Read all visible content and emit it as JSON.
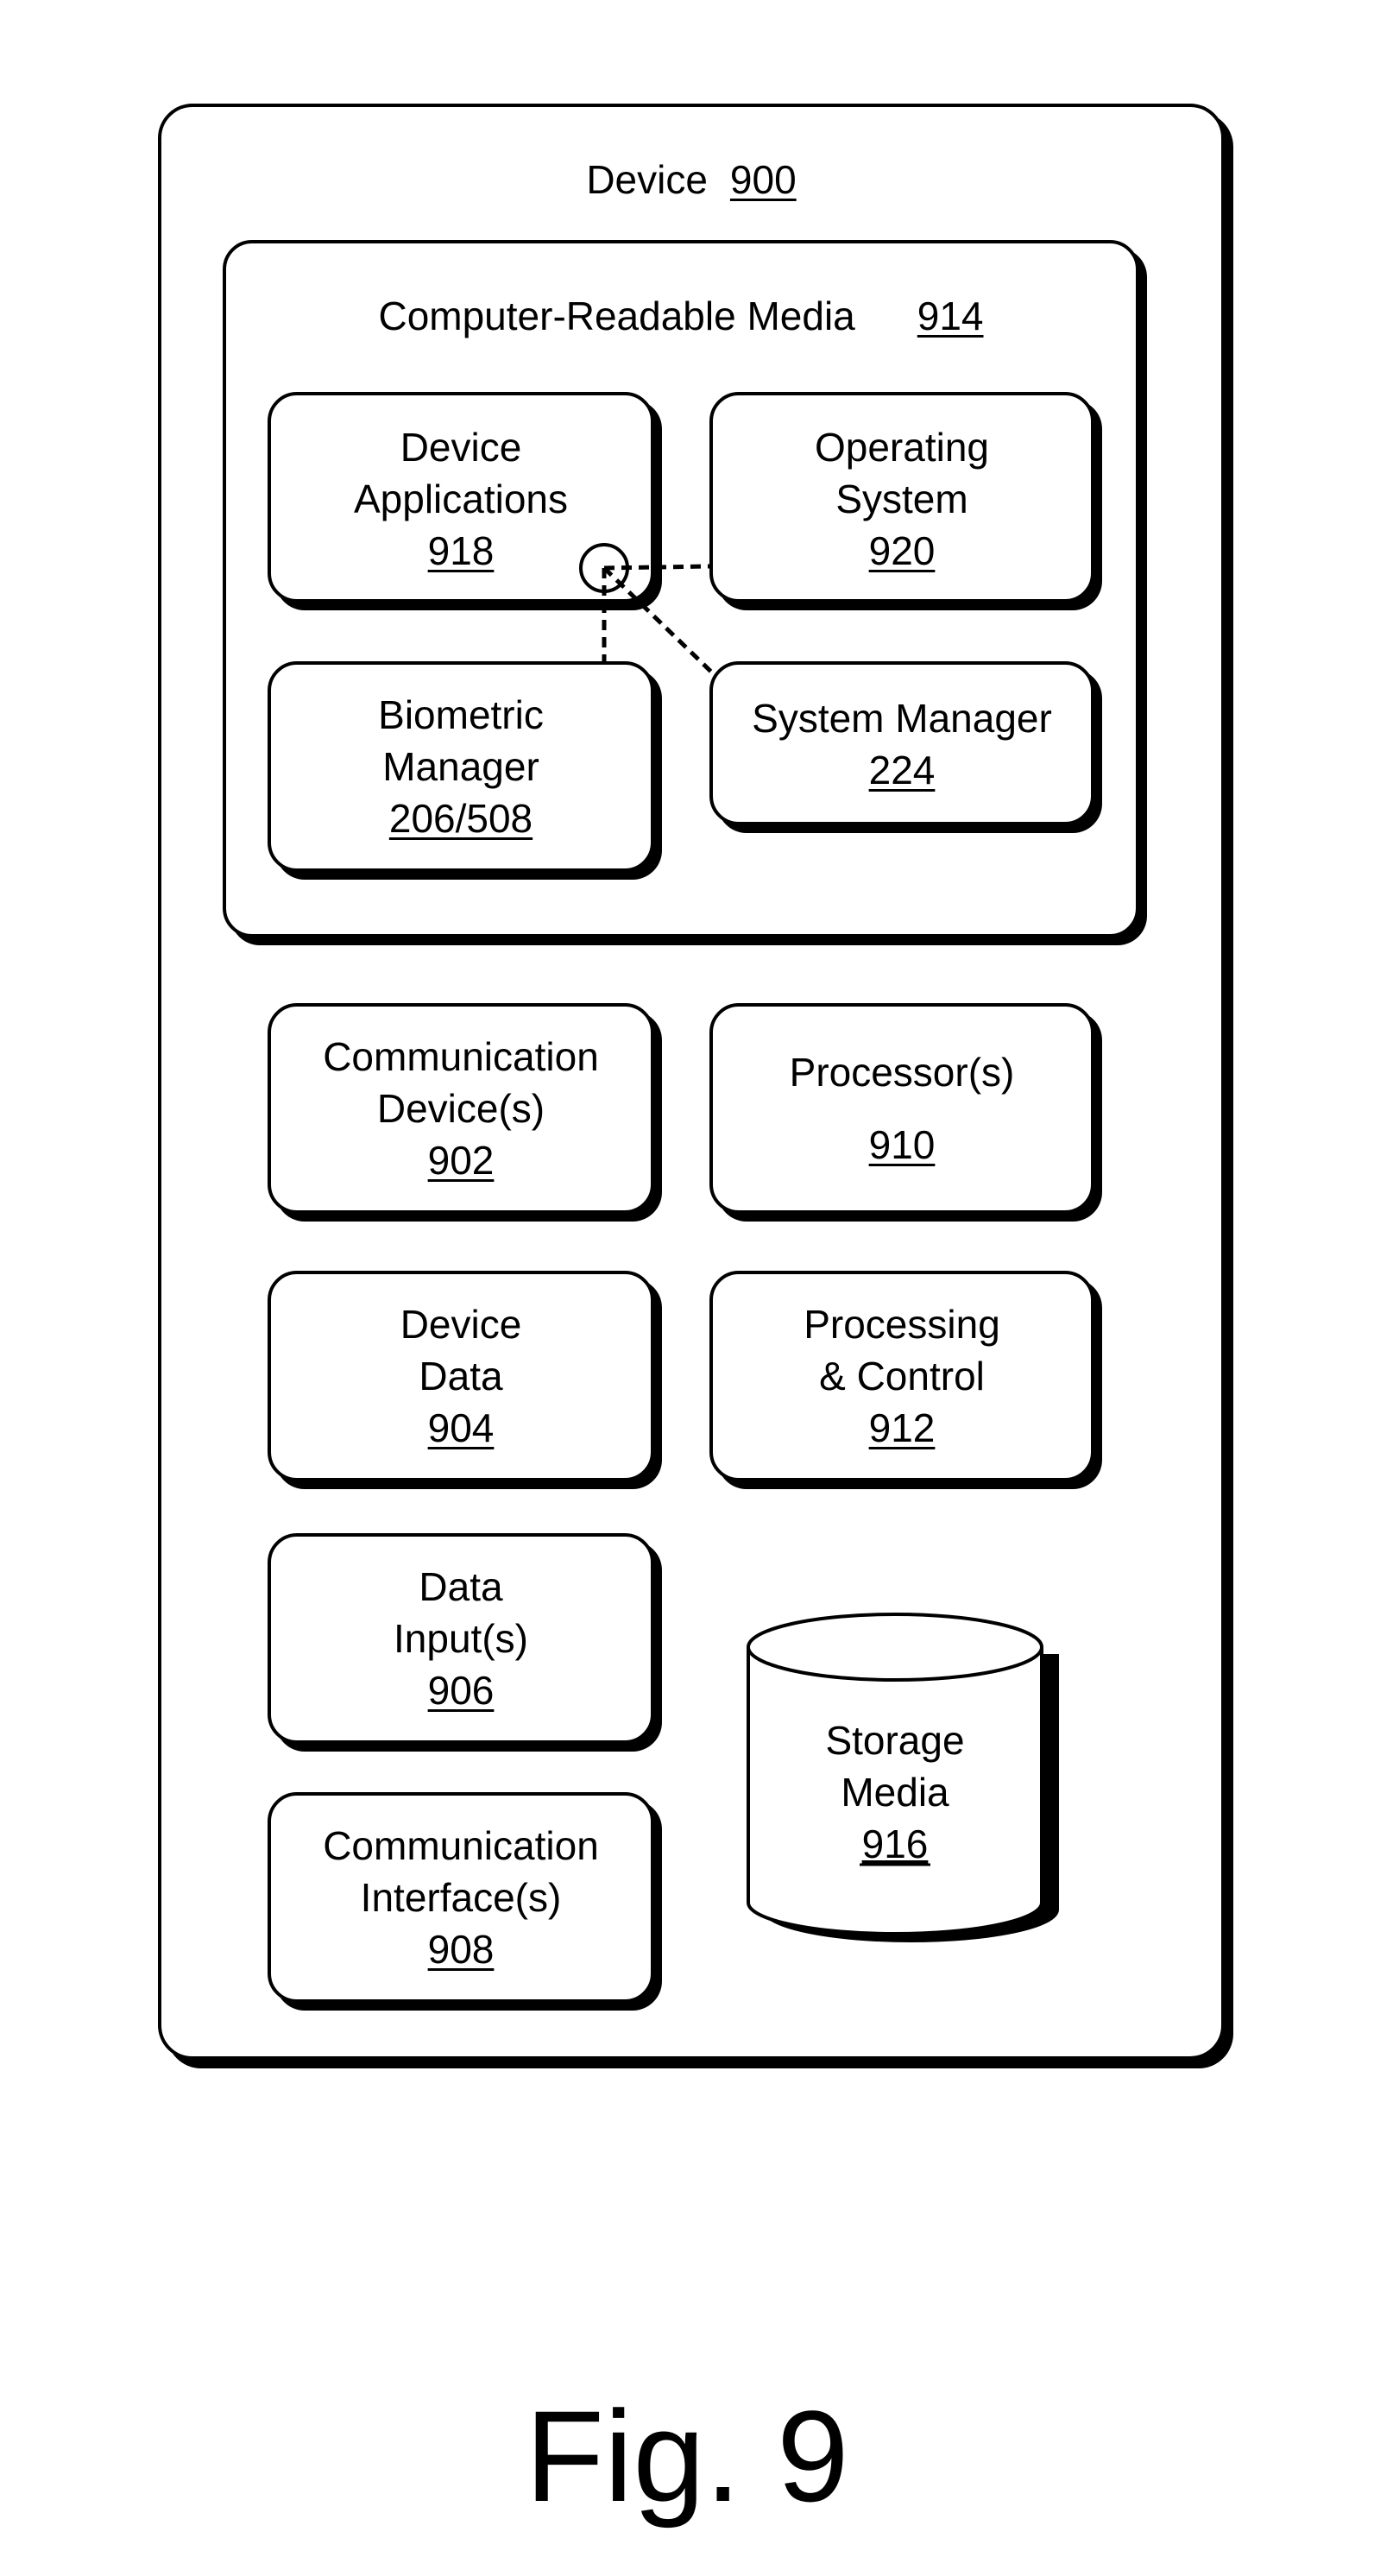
{
  "device": {
    "title": "Device",
    "ref": "900"
  },
  "media": {
    "title": "Computer-Readable Media",
    "ref": "914"
  },
  "blocks": {
    "device_applications": {
      "line1": "Device",
      "line2": "Applications",
      "ref": "918"
    },
    "operating_system": {
      "line1": "Operating",
      "line2": "System",
      "ref": "920"
    },
    "biometric_manager": {
      "line1": "Biometric",
      "line2": "Manager",
      "ref": "206/508"
    },
    "system_manager": {
      "line1": "System Manager",
      "ref": "224"
    },
    "communication_devices": {
      "line1": "Communication",
      "line2": "Device(s)",
      "ref": "902"
    },
    "processors": {
      "line1": "Processor(s)",
      "ref": "910"
    },
    "device_data": {
      "line1": "Device",
      "line2": "Data",
      "ref": "904"
    },
    "processing_control": {
      "line1": "Processing",
      "line2": "& Control",
      "ref": "912"
    },
    "data_inputs": {
      "line1": "Data",
      "line2": "Input(s)",
      "ref": "906"
    },
    "communication_interfaces": {
      "line1": "Communication",
      "line2": "Interface(s)",
      "ref": "908"
    },
    "storage_media": {
      "line1": "Storage",
      "line2": "Media",
      "ref": "916"
    }
  },
  "caption": "Fig. 9"
}
